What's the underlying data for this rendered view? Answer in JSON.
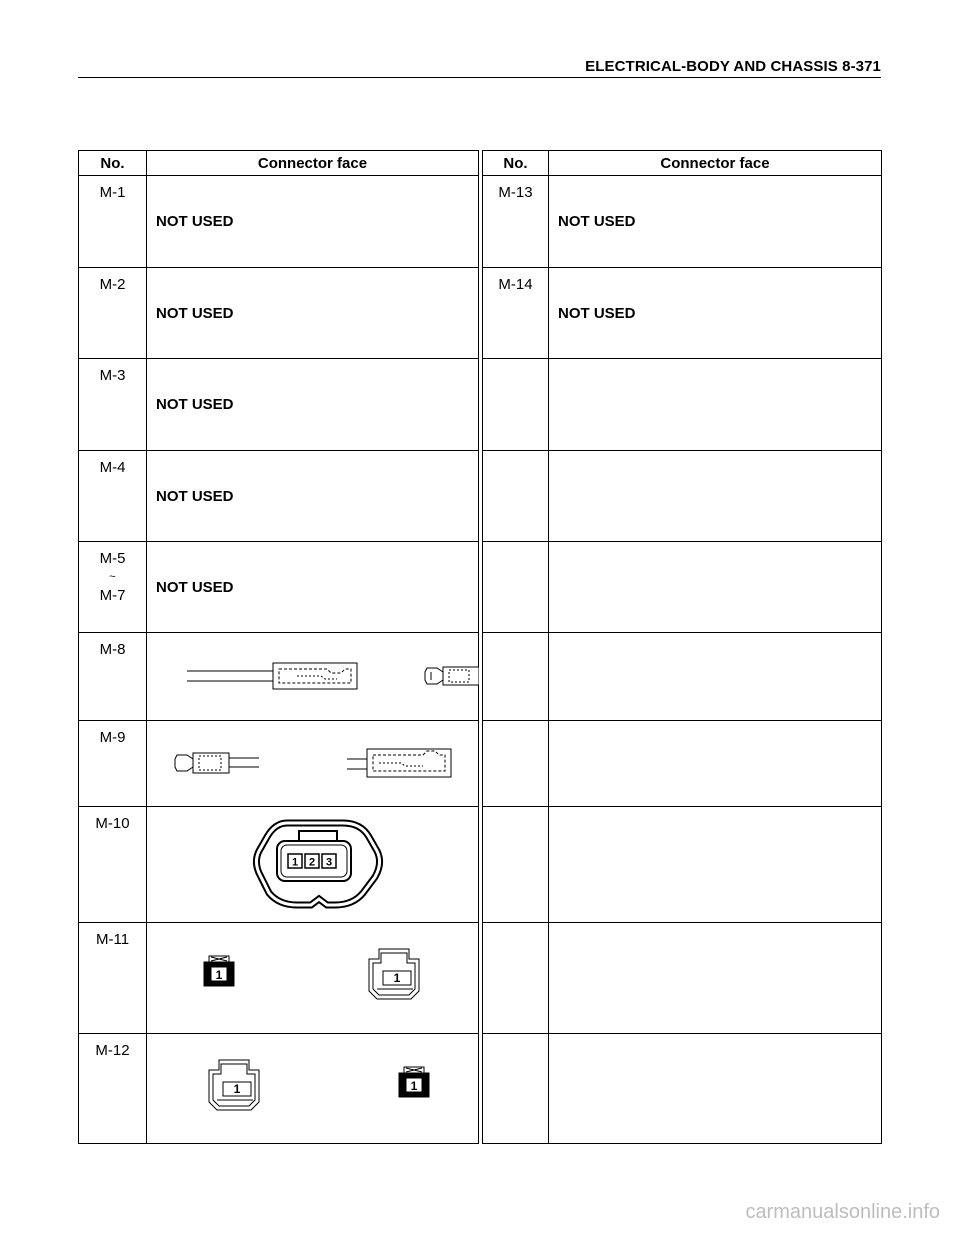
{
  "header": {
    "title": "ELECTRICAL-BODY AND CHASSIS  8-371"
  },
  "table": {
    "col_no": "No.",
    "col_face": "Connector face",
    "rows": [
      {
        "left_no": "M-1",
        "left_face": "NOT USED",
        "right_no": "M-13",
        "right_face": "NOT USED"
      },
      {
        "left_no": "M-2",
        "left_face": "NOT USED",
        "right_no": "M-14",
        "right_face": "NOT USED"
      },
      {
        "left_no": "M-3",
        "left_face": "NOT USED",
        "right_no": "",
        "right_face": ""
      },
      {
        "left_no": "M-4",
        "left_face": "NOT USED",
        "right_no": "",
        "right_face": ""
      },
      {
        "left_no": "M-5",
        "left_no_sep": "~",
        "left_no_end": "M-7",
        "left_face": "NOT USED",
        "right_no": "",
        "right_face": ""
      },
      {
        "left_no": "M-8",
        "left_face": "",
        "right_no": "",
        "right_face": ""
      },
      {
        "left_no": "M-9",
        "left_face": "",
        "right_no": "",
        "right_face": ""
      },
      {
        "left_no": "M-10",
        "left_face": "",
        "pins": [
          "1",
          "2",
          "3"
        ],
        "right_no": "",
        "right_face": ""
      },
      {
        "left_no": "M-11",
        "left_face": "",
        "pins": [
          "1"
        ],
        "right_no": "",
        "right_face": ""
      },
      {
        "left_no": "M-12",
        "left_face": "",
        "pins": [
          "1"
        ],
        "right_no": "",
        "right_face": ""
      }
    ]
  },
  "footer": {
    "watermark": "carmanualsonline.info"
  }
}
